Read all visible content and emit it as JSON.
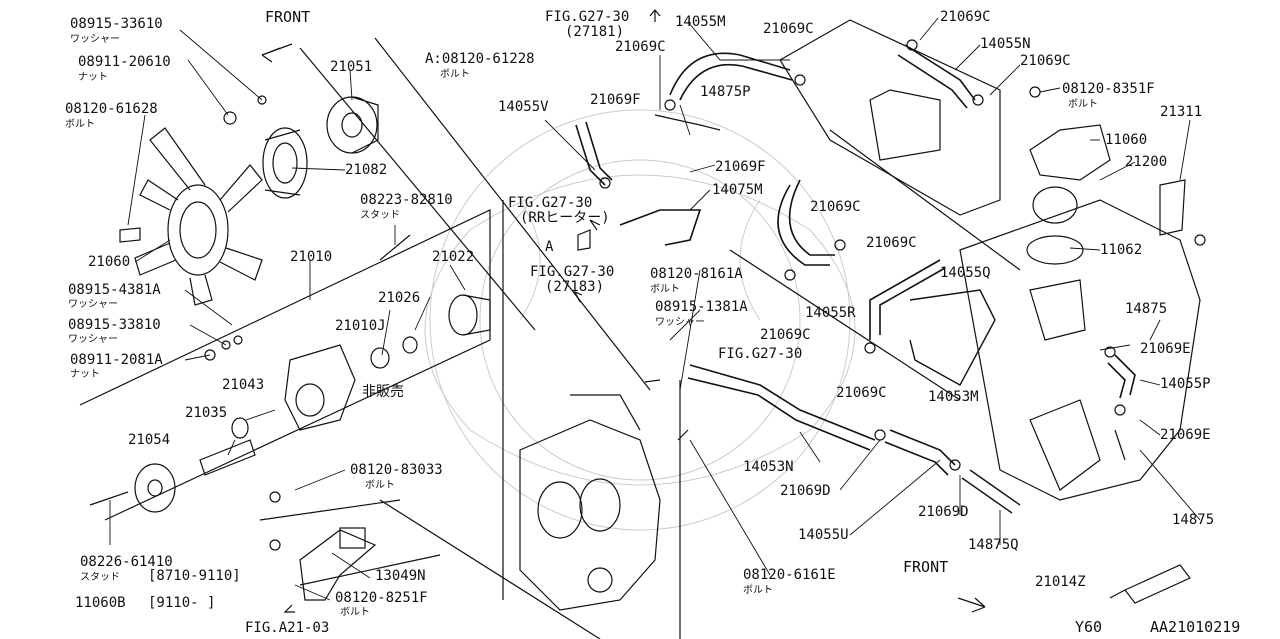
{
  "diagram": {
    "doc_code": "AA21010219",
    "model_code": "Y60",
    "front_label_top": "FRONT",
    "front_label_bottom": "FRONT",
    "parts": {
      "p08915_33610": "08915-33610",
      "washer_ja": "ワッシャー",
      "p08911_20610": "08911-20610",
      "nut_ja": "ナット",
      "p08120_61628": "08120-61628",
      "bolt_ja": "ボルト",
      "p21060": "21060",
      "p08915_4381A": "08915-4381A",
      "p08915_33810": "08915-33810",
      "p08911_2081A": "08911-2081A",
      "p21051": "21051",
      "p21082": "21082",
      "a_08120_61228": "A:08120-61228",
      "p08223_82810": "08223-82810",
      "stud_ja": "スタッド",
      "p21010": "21010",
      "p21022": "21022",
      "p21026": "21026",
      "p21010J": "21010J",
      "not_sold_ja": "非販売",
      "p21043": "21043",
      "p21035": "21035",
      "p21054": "21054",
      "p08120_83033": "08120-83033",
      "p08226_61410": "08226-61410",
      "date_8710_9110": "[8710-9110]",
      "p11060B": "11060B",
      "date_9110": "[9110-    ]",
      "p13049N": "13049N",
      "p08120_8251F": "08120-8251F",
      "fig_a21_03": "FIG.A21-03",
      "fig_g27_30_a": "FIG.G27-30",
      "code_27181": "(27181)",
      "p14055M": "14055M",
      "p21069C": "21069C",
      "p14055V": "14055V",
      "p21069F": "21069F",
      "p14875P": "14875P",
      "p14075M": "14075M",
      "fig_g27_30_b": "FIG.G27-30",
      "rr_heater": "(RRヒーター)",
      "callout_a": "A",
      "fig_g27_30_c": "FIG.G27-30",
      "code_27183": "(27183)",
      "p08120_8161A": "08120-8161A",
      "p08915_1381A": "08915-1381A",
      "p14055R": "14055R",
      "fig_g27_30_d": "FIG.G27-30",
      "p14053N": "14053N",
      "p21069D": "21069D",
      "p14055U": "14055U",
      "p08120_6161E": "08120-6161E",
      "p14055N": "14055N",
      "p08120_8351F": "08120-8351F",
      "p21311": "21311",
      "p11060": "11060",
      "p21200": "21200",
      "p11062": "11062",
      "p14055Q": "14055Q",
      "p14053M": "14053M",
      "p14875": "14875",
      "p21069E": "21069E",
      "p14055P": "14055P",
      "p14875Q": "14875Q",
      "p21014Z": "21014Z"
    }
  }
}
